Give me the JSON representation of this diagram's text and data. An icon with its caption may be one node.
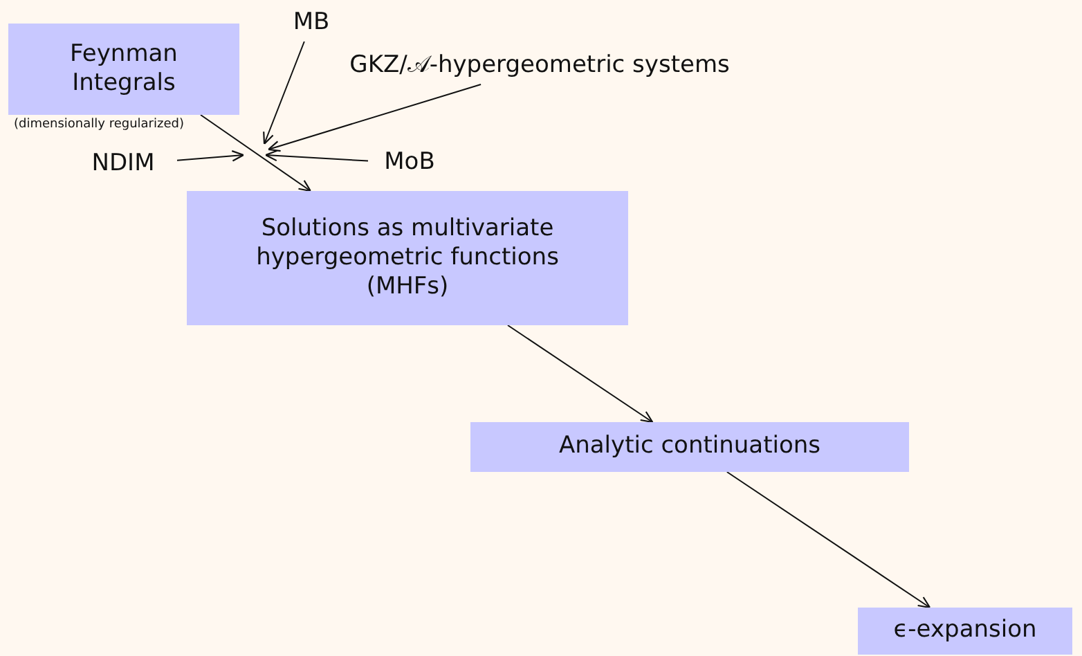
{
  "diagram": {
    "nodes": [
      {
        "text": [
          "Feynman Integrals"
        ],
        "beside": [
          "(dimensionally regularized)"
        ]
      },
      {
        "text": [
          "MB"
        ]
      },
      {
        "text": [
          "GKZ/𝒜-hypergeometric systems"
        ]
      },
      {
        "text": [
          "NDIM"
        ]
      },
      {
        "text": [
          "MoB"
        ]
      },
      {
        "text": [
          "Solutions as multivariate hypergeometric functions (MHFs)"
        ]
      },
      {
        "text": [
          "Analytic continuations"
        ]
      },
      {
        "text": [
          "ϵ-expansion"
        ]
      }
    ],
    "edges": [
      {
        "from": 0,
        "to": 5,
        "arrow": "to"
      },
      {
        "from": 1,
        "to": null,
        "arrow": "to"
      },
      {
        "from": 2,
        "to": null,
        "arrow": "to"
      },
      {
        "from": 3,
        "to": null,
        "arrow": "to"
      },
      {
        "from": 4,
        "to": null,
        "arrow": "to"
      },
      {
        "from": 5,
        "to": 6,
        "arrow": "to"
      },
      {
        "from": 6,
        "to": 7,
        "arrow": "to"
      }
    ]
  }
}
